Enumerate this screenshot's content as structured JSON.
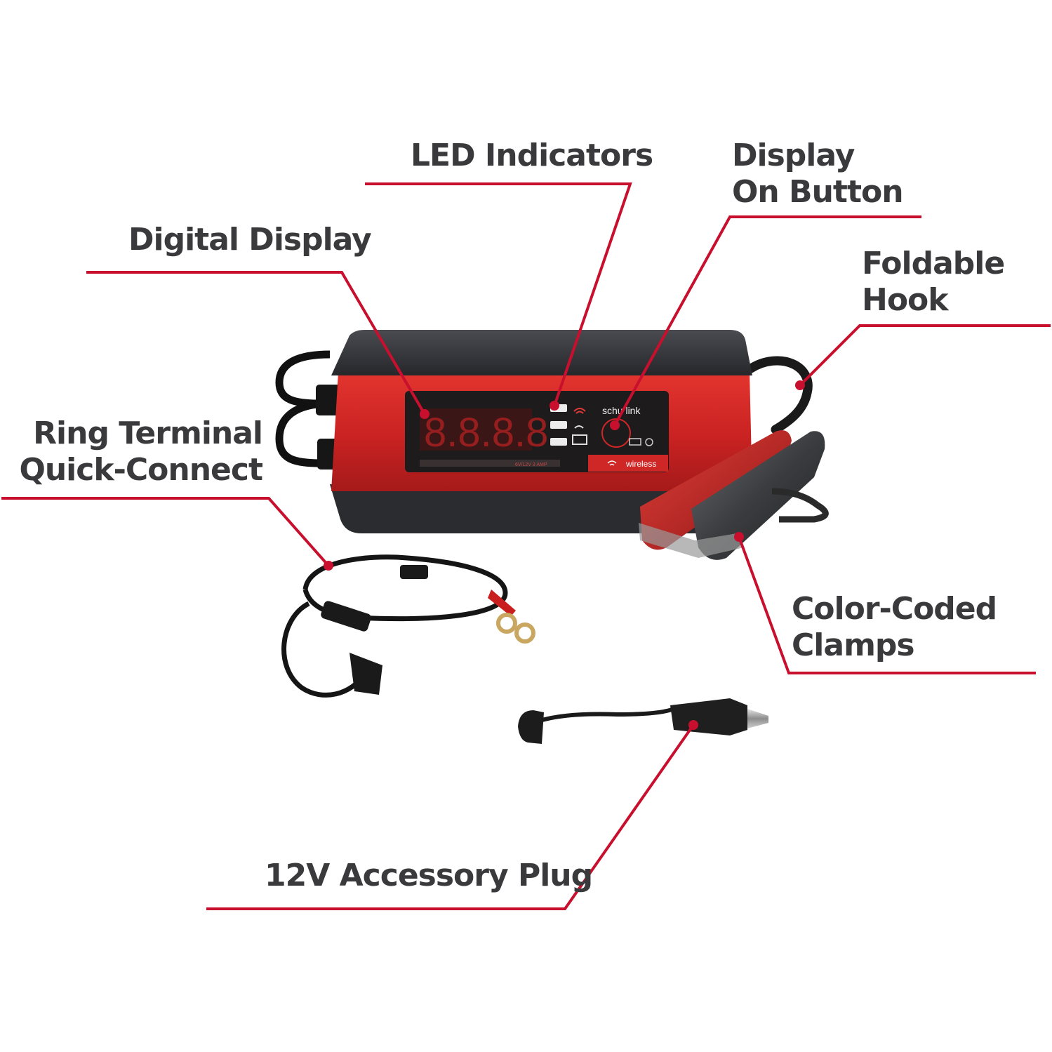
{
  "callouts": {
    "led_indicators": {
      "lines": [
        "LED Indicators"
      ]
    },
    "display_on_button": {
      "lines": [
        "Display",
        "On Button"
      ]
    },
    "digital_display": {
      "lines": [
        "Digital Display"
      ]
    },
    "foldable_hook": {
      "lines": [
        "Foldable",
        "Hook"
      ]
    },
    "ring_terminal": {
      "lines": [
        "Ring Terminal",
        "Quick-Connect"
      ]
    },
    "color_coded_clamps": {
      "lines": [
        "Color-Coded",
        "Clamps"
      ]
    },
    "accessory_plug": {
      "lines": [
        "12V Accessory Plug"
      ]
    }
  },
  "device": {
    "brand": "schu link",
    "wireless_label": "wireless",
    "rating": "6V/12V 3 AMP",
    "display_digits": "8.8.8.8"
  },
  "colors": {
    "accent_line": "#c8102e",
    "label_text": "#3a3a3c",
    "body_red": "#d42a2a",
    "body_black": "#2e2f33",
    "display_bg": "#1e1b1c"
  }
}
